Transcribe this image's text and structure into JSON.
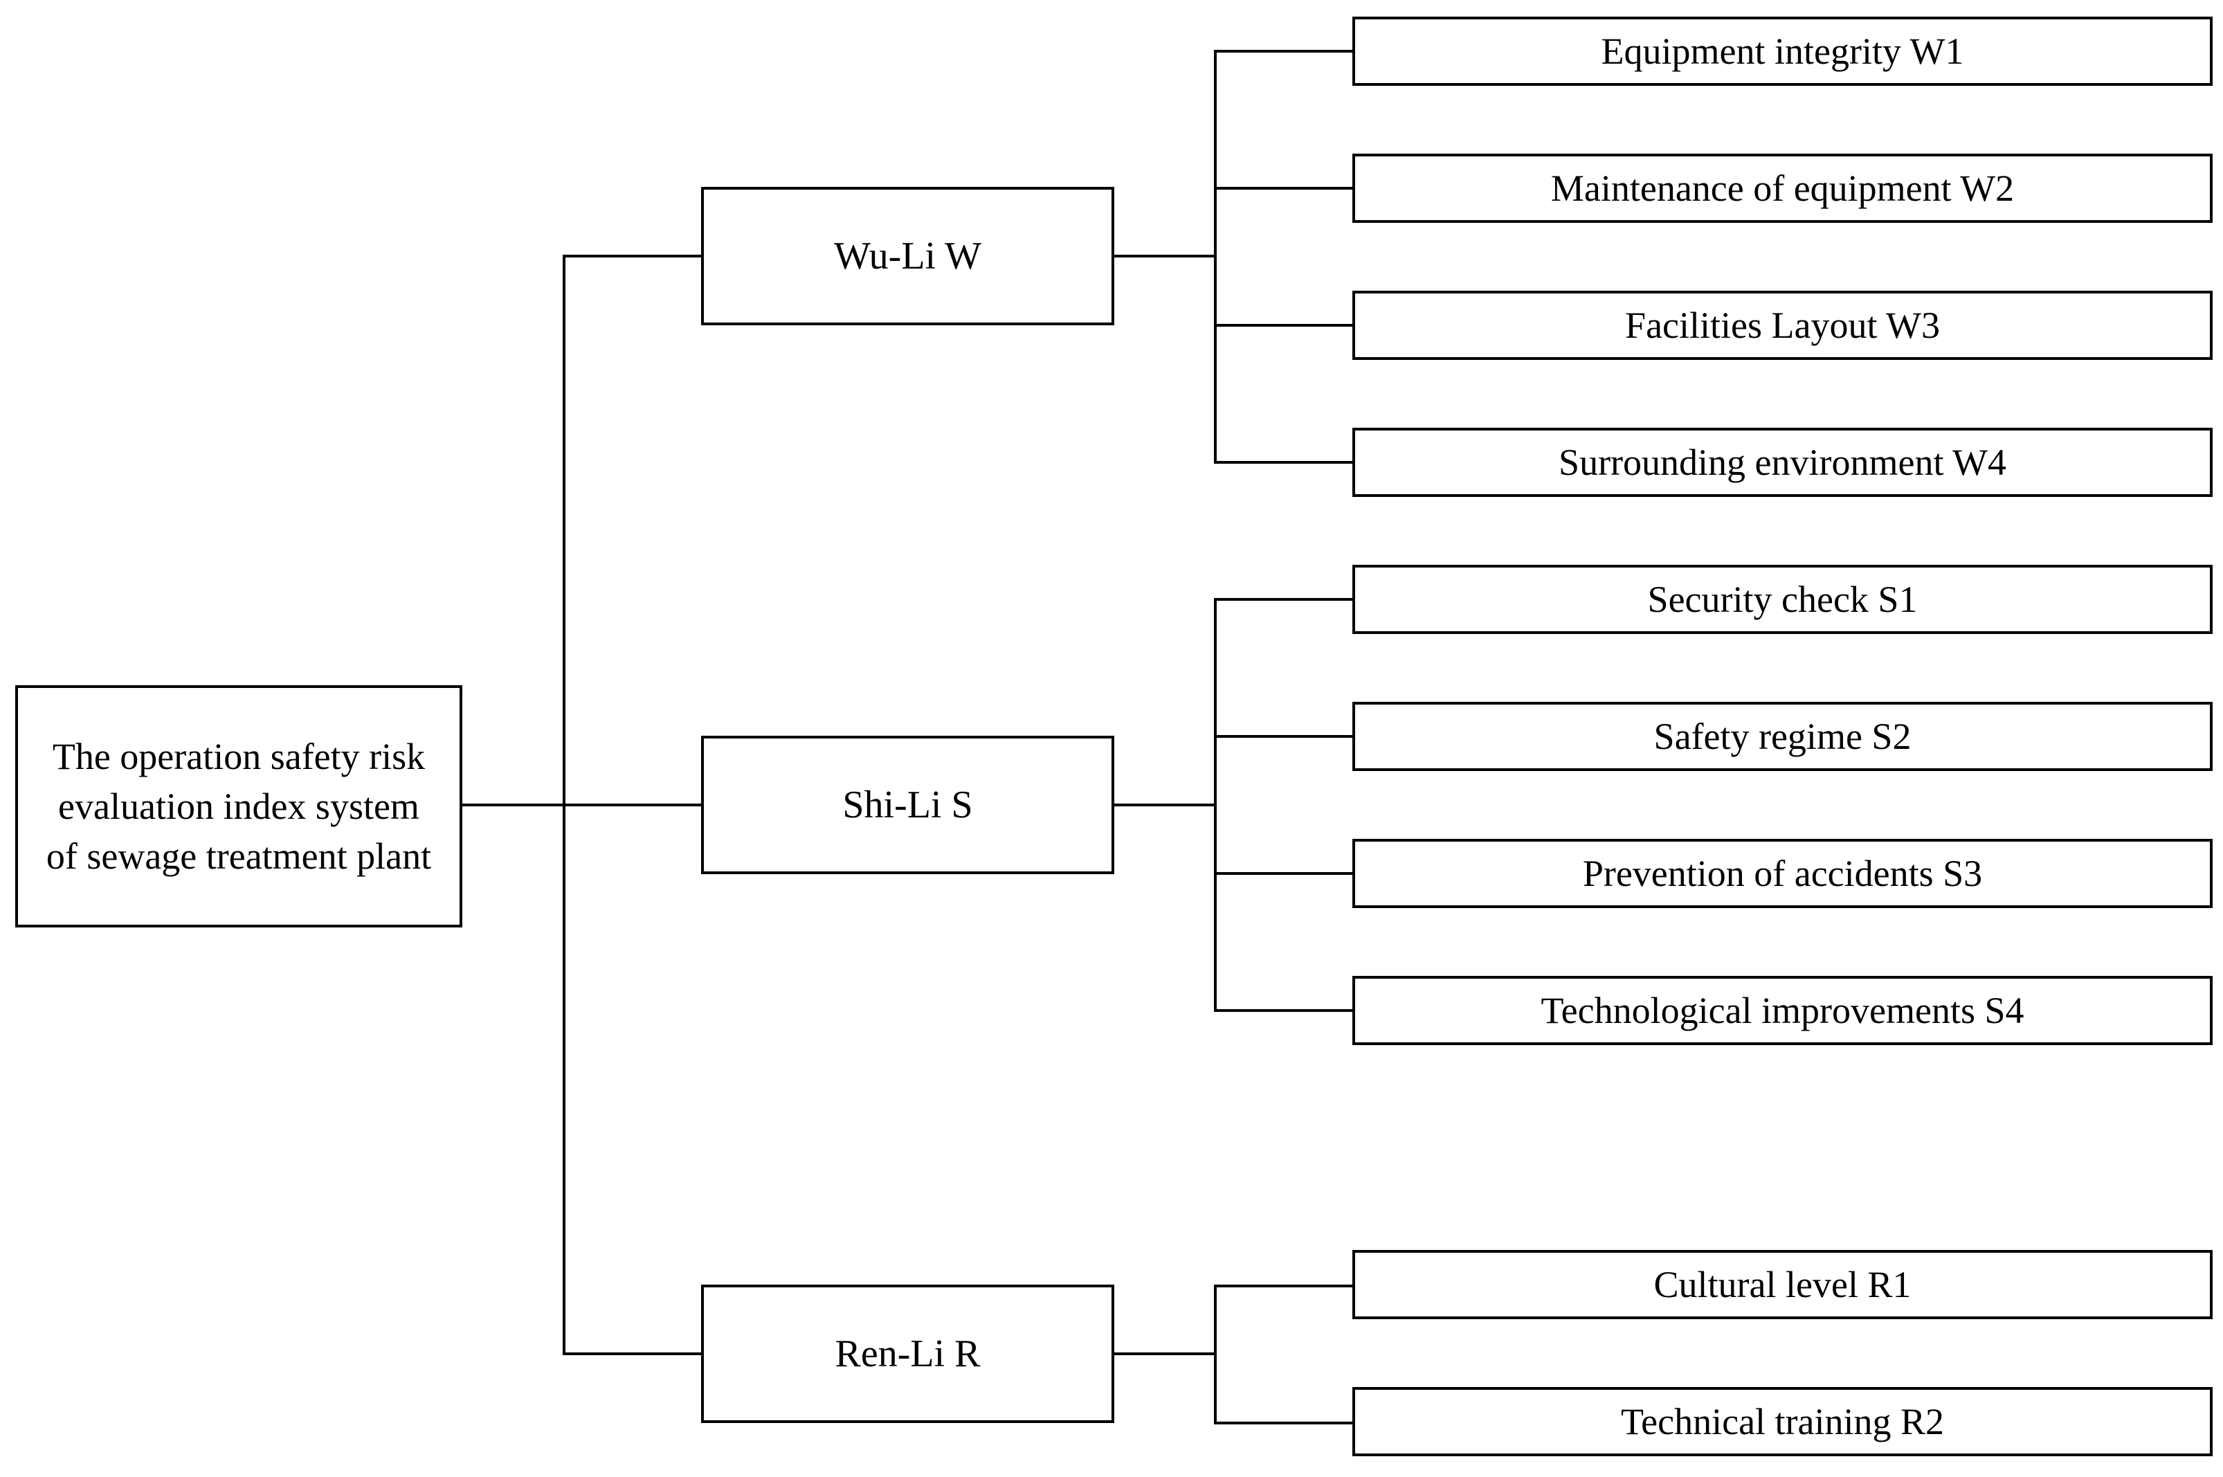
{
  "diagram": {
    "root": {
      "lines": [
        "The operation safety risk",
        "evaluation index system",
        "of sewage treatment plant"
      ]
    },
    "groups": [
      {
        "label": "Wu-Li W",
        "items": [
          "Equipment integrity W1",
          "Maintenance of equipment W2",
          "Facilities Layout W3",
          "Surrounding environment W4"
        ]
      },
      {
        "label": "Shi-Li S",
        "items": [
          "Security check S1",
          "Safety regime S2",
          "Prevention of accidents S3",
          "Technological improvements S4"
        ]
      },
      {
        "label": "Ren-Li R",
        "items": [
          "Cultural level R1",
          "Technical training R2"
        ]
      }
    ]
  }
}
